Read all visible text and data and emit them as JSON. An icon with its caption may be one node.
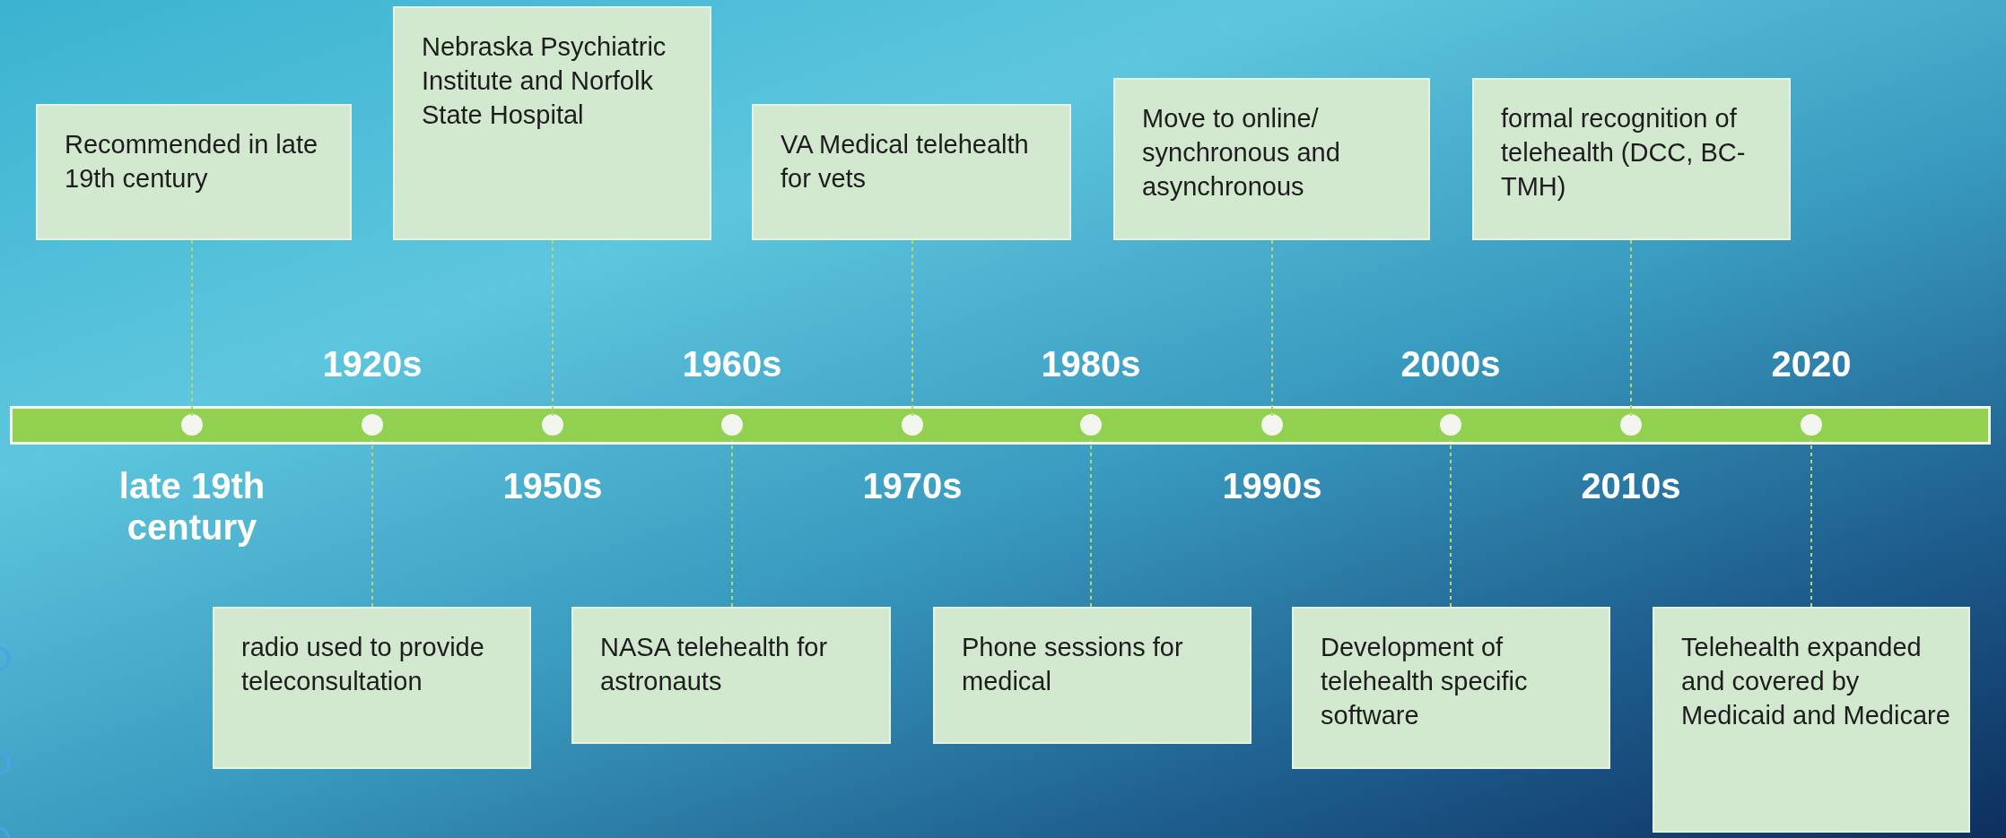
{
  "diagram": {
    "nodes": [
      {
        "text": [
          "Recommended in late 19th century"
        ]
      },
      {
        "text": [
          "Nebraska Psychiatric Institute and Norfolk State Hospital"
        ]
      },
      {
        "text": [
          "VA Medical telehealth for vets"
        ]
      },
      {
        "text": [
          "Move to online/ synchronous and asynchronous"
        ]
      },
      {
        "text": [
          "formal recognition of telehealth (DCC, BC-TMH)"
        ]
      },
      {
        "text": [],
        "shape": "bar"
      },
      {
        "text": [],
        "shape": "circle",
        "in": 5
      },
      {
        "text": [],
        "shape": "circle",
        "in": 5
      },
      {
        "text": [],
        "shape": "circle",
        "in": 5
      },
      {
        "text": [],
        "shape": "circle",
        "in": 5
      },
      {
        "text": [],
        "shape": "circle",
        "in": 5
      },
      {
        "text": [],
        "shape": "circle",
        "in": 5
      },
      {
        "text": [],
        "shape": "circle",
        "in": 5
      },
      {
        "text": [],
        "shape": "circle",
        "in": 5
      },
      {
        "text": [],
        "shape": "circle",
        "in": 5
      },
      {
        "text": [],
        "shape": "circle",
        "in": 5
      },
      {
        "text": [
          "radio used to provide teleconsultation"
        ]
      },
      {
        "text": [
          "NASA telehealth for astronauts"
        ]
      },
      {
        "text": [
          "Phone sessions for medical"
        ]
      },
      {
        "text": [
          "Development of telehealth specific software"
        ]
      },
      {
        "text": [
          "Telehealth expanded and covered by Medicaid and Medicare"
        ]
      }
    ],
    "edges": [
      {
        "from": 0,
        "to": 6,
        "arrow": "none",
        "style": "dashed"
      },
      {
        "from": 1,
        "to": 8,
        "arrow": "none",
        "style": "dashed"
      },
      {
        "from": 2,
        "to": 10,
        "arrow": "none",
        "style": "dashed"
      },
      {
        "from": 3,
        "to": 12,
        "arrow": "none",
        "style": "dashed"
      },
      {
        "from": 4,
        "to": 14,
        "arrow": "none",
        "style": "dashed"
      },
      {
        "from": 16,
        "to": 7,
        "arrow": "none",
        "style": "dashed"
      },
      {
        "from": 17,
        "to": 9,
        "arrow": "none",
        "style": "dashed"
      },
      {
        "from": 18,
        "to": 11,
        "arrow": "none",
        "style": "dashed"
      },
      {
        "from": 19,
        "to": 13,
        "arrow": "none",
        "style": "dashed"
      },
      {
        "from": 20,
        "to": 15,
        "arrow": "none",
        "style": "dashed"
      }
    ],
    "labels": [
      "1920s",
      "1960s",
      "1980s",
      "2000s",
      "2020",
      "late 19th century",
      "1950s",
      "1970s",
      "1990s",
      "2010s"
    ]
  }
}
